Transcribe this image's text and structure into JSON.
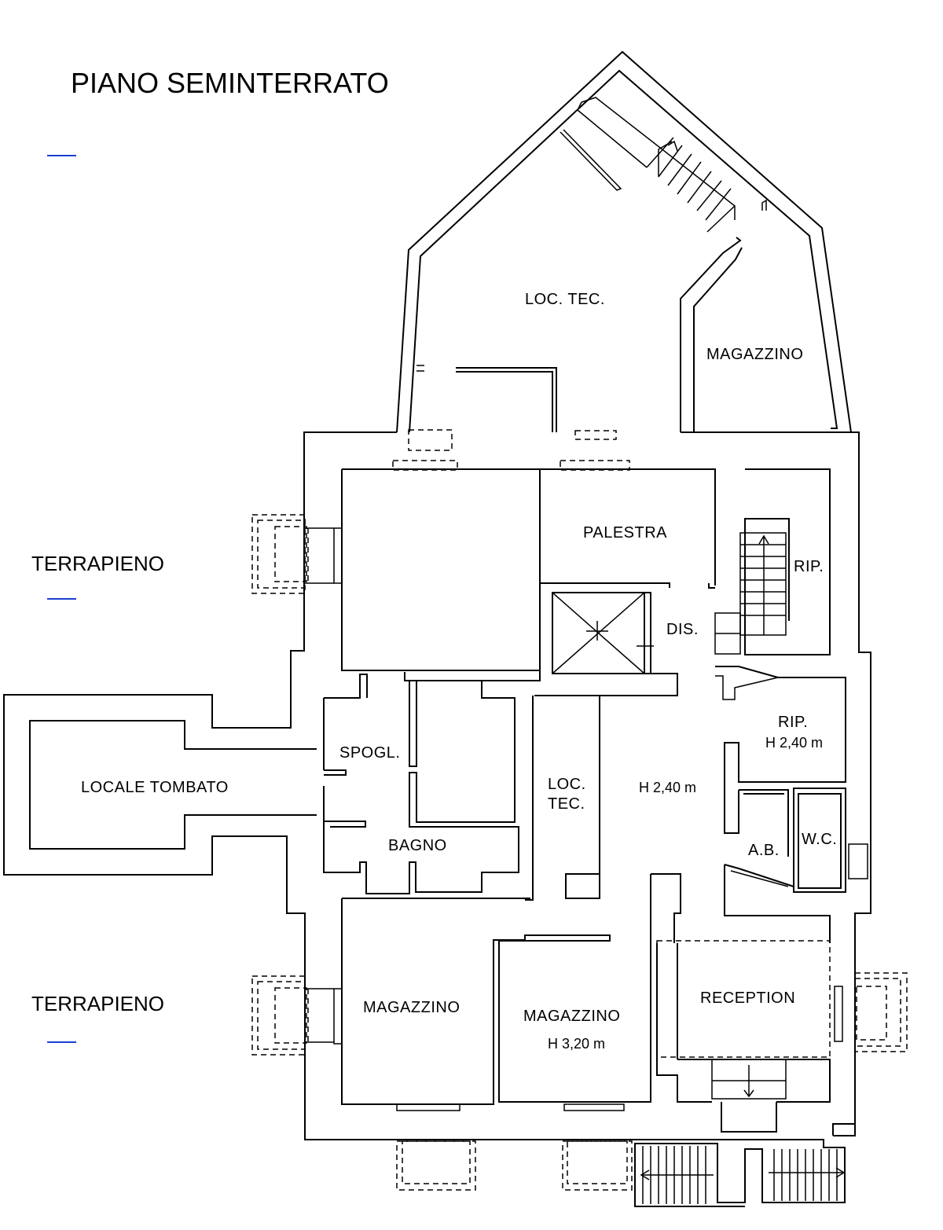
{
  "title": "PIANO SEMINTERRATO",
  "side_labels": {
    "terrapieno_top": "TERRAPIENO",
    "terrapieno_bottom": "TERRAPIENO"
  },
  "rooms": {
    "loc_tec_top": "LOC. TEC.",
    "magazzino_top": "MAGAZZINO",
    "palestra": "PALESTRA",
    "rip_upper": "RIP.",
    "dis": "DIS.",
    "rip_lower": "RIP.",
    "rip_lower_height": "H 2,40 m",
    "spogl": "SPOGL.",
    "locale_tombato": "LOCALE TOMBATO",
    "loc_tec_mid_1": "LOC.",
    "loc_tec_mid_2": "TEC.",
    "corridor_height": "H 2,40 m",
    "bagno": "BAGNO",
    "ab": "A.B.",
    "wc": "W.C.",
    "magazzino_left": "MAGAZZINO",
    "magazzino_center": "MAGAZZINO",
    "magazzino_center_height": "H 3,20 m",
    "reception": "RECEPTION"
  },
  "colors": {
    "line": "#000000",
    "link_underline": "#1a3fd0",
    "background": "#ffffff"
  }
}
